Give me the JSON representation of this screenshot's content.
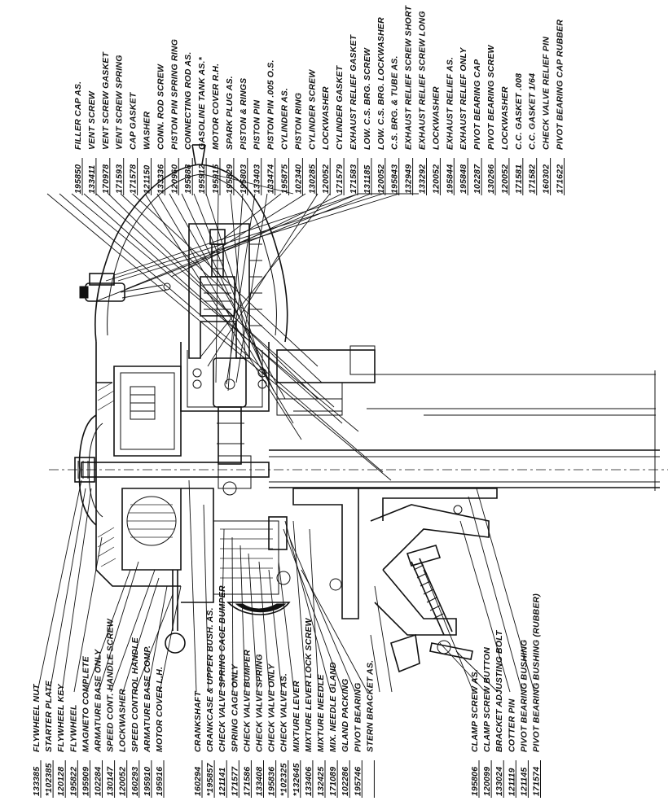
{
  "top_labels": [
    {
      "num": "195850",
      "name": "Filler Cap As."
    },
    {
      "num": "133411",
      "name": "Vent Screw"
    },
    {
      "num": "170978",
      "name": "Vent Screw Gasket"
    },
    {
      "num": "171593",
      "name": "Vent Screw Spring"
    },
    {
      "num": "171578",
      "name": "Cap Gasket"
    },
    {
      "num": "121150",
      "name": "Washer"
    },
    {
      "num": "133336",
      "name": "Conn. Rod Screw"
    },
    {
      "num": "120960",
      "name": "Piston Pin Spring Ring"
    },
    {
      "num": "195888",
      "name": "Connecting Rod As."
    },
    {
      "num": "195912",
      "name": "Gasoline Tank As.*"
    },
    {
      "num": "195915",
      "name": "Motor Cover R.H."
    },
    {
      "num": "195829",
      "name": "Spark Plug As."
    },
    {
      "num": "195803",
      "name": "Piston & Rings"
    },
    {
      "num": "133403",
      "name": "Piston Pin"
    },
    {
      "num": "133474",
      "name": "Piston Pin .005 O.S."
    },
    {
      "num": "195875",
      "name": "Cylinder As."
    },
    {
      "num": "102340",
      "name": "Piston Ring"
    },
    {
      "num": "130285",
      "name": "Cylinder Screw"
    },
    {
      "num": "120052",
      "name": "Lockwasher"
    },
    {
      "num": "171579",
      "name": "Cylinder Gasket"
    },
    {
      "num": "171583",
      "name": "Exhaust Relief Gasket"
    },
    {
      "num": "131185",
      "name": "Low. C.S. Brg. Screw"
    },
    {
      "num": "120052",
      "name": "Low. C.S. Brg. Lockwasher"
    },
    {
      "num": "195843",
      "name": "C.S. Brg. & Tube As."
    },
    {
      "num": "132949",
      "name": "Exhaust Relief Screw Short"
    },
    {
      "num": "133292",
      "name": "Exhaust Relief Screw Long"
    },
    {
      "num": "120052",
      "name": "Lockwasher"
    },
    {
      "num": "195844",
      "name": "Exhaust Relief As."
    },
    {
      "num": "195848",
      "name": "Exhaust Relief Only"
    },
    {
      "num": "102287",
      "name": "Pivot Bearing Cap"
    },
    {
      "num": "130266",
      "name": "Pivot Bearing Screw"
    },
    {
      "num": "120052",
      "name": "Lockwasher"
    },
    {
      "num": "171581",
      "name": "C.C. Gasket .008"
    },
    {
      "num": "171582",
      "name": "C.C. Gasket 1/64"
    },
    {
      "num": "160302",
      "name": "Check Valve Relief Pin"
    },
    {
      "num": "171622",
      "name": "Pivot Bearing Cap Rubber"
    }
  ],
  "bottom_labels_left": [
    {
      "num": "133385",
      "name": "Flywheel Nut"
    },
    {
      "num": "*102385",
      "name": "Starter Plate"
    },
    {
      "num": "120128",
      "name": "Flywheel Key"
    },
    {
      "num": "195822",
      "name": "Flywheel"
    },
    {
      "num": "195909",
      "name": "Magneto Complete"
    },
    {
      "num": "102284",
      "name": "Armature Base Only"
    },
    {
      "num": "130147",
      "name": "Speed Cont. Handle Screw"
    },
    {
      "num": "120052",
      "name": "Lockwasher"
    },
    {
      "num": "160293",
      "name": "Speed Control Handle"
    },
    {
      "num": "195910",
      "name": "Armature Base Comp."
    },
    {
      "num": "195916",
      "name": "Motor Cover L.H."
    }
  ],
  "bottom_labels_mid": [
    {
      "num": "160294",
      "name": "Crankshaft"
    },
    {
      "num": "*195857",
      "name": "Crankcase & Upper Bush. As."
    },
    {
      "num": "121141",
      "name": "Check Valve Spring Cage Bumper"
    },
    {
      "num": "171577",
      "name": "Spring Cage Only"
    },
    {
      "num": "171586",
      "name": "Check Valve Bumper"
    },
    {
      "num": "133408",
      "name": "Check Valve Spring"
    },
    {
      "num": "195836",
      "name": "Check Valve Only"
    },
    {
      "num": "*102325",
      "name": "Check Valve As."
    },
    {
      "num": "*132645",
      "name": "Mixture Lever"
    },
    {
      "num": "133406",
      "name": "Mixture Lever Lock Screw"
    },
    {
      "num": "132425",
      "name": "Mixture Needle"
    },
    {
      "num": "171089",
      "name": "Mix. Needle Gland"
    },
    {
      "num": "102286",
      "name": "Gland Packing"
    },
    {
      "num": "195746",
      "name": "Pivot Bearing"
    },
    {
      "num": "",
      "name": "Stern Bracket As."
    }
  ],
  "bottom_labels_right": [
    {
      "num": "195806",
      "name": "Clamp Screw As."
    },
    {
      "num": "120099",
      "name": "Clamp Screw Button"
    },
    {
      "num": "133024",
      "name": "Bracket Adjusting Bolt"
    },
    {
      "num": "121119",
      "name": "Cotter Pin"
    },
    {
      "num": "121145",
      "name": "Pivot Bearing Bushing"
    },
    {
      "num": "171574",
      "name": "Pivot Bearing Bushing (Rubber)"
    }
  ]
}
